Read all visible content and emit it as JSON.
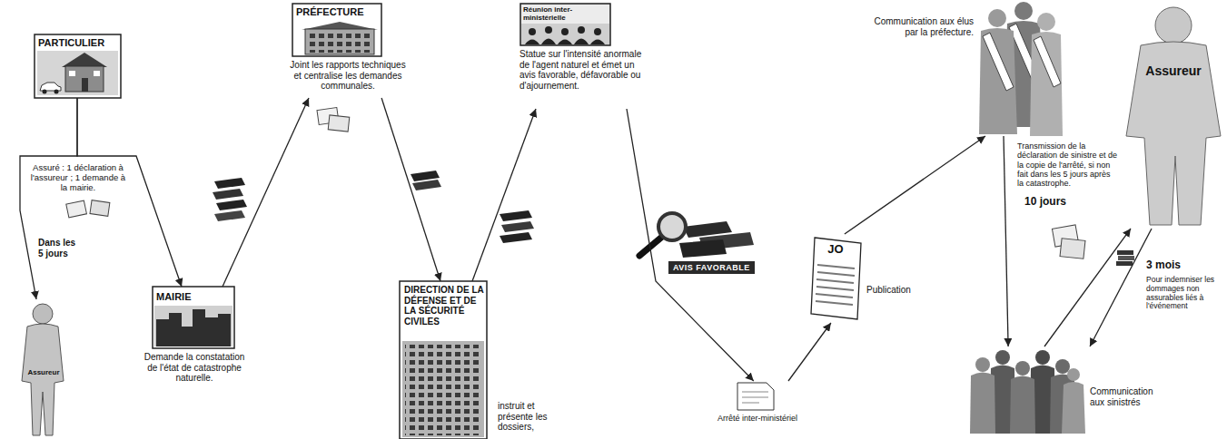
{
  "diagram": {
    "nodes": [
      {
        "text": [
          "PARTICULIER"
        ]
      },
      {
        "text": [
          "Assureur"
        ]
      },
      {
        "text": [
          "MAIRIE",
          "Demande la constatation de l'état de catastrophe naturelle."
        ]
      },
      {
        "text": [
          "PRÉFECTURE",
          "Joint les rapports techniques et centralise les demandes communales."
        ]
      },
      {
        "text": [
          "DIRECTION DE LA DÉFENSE ET DE LA SÉCURITÉ CIVILES",
          "instruit et présente les dossiers,"
        ]
      },
      {
        "text": [
          "Réunion inter-ministérielle",
          "Statue sur l'intensité anormale de l'agent naturel et émet un avis favorable, défavorable ou d'ajournement."
        ]
      },
      {
        "text": [
          "Arrêté inter-ministériel"
        ]
      },
      {
        "text": [
          "JO",
          "Publication"
        ]
      },
      {
        "text": [
          "Communication aux élus par la préfecture."
        ]
      },
      {
        "text": [
          "Communication aux sinistrés"
        ]
      },
      {
        "text": [
          "Assureur"
        ]
      }
    ],
    "edges": [
      {
        "from": 0,
        "to": 1,
        "label": "Dans les 5 jours",
        "arrow": "to"
      },
      {
        "from": 0,
        "to": 2,
        "arrow": "to"
      },
      {
        "from": 2,
        "to": 3,
        "arrow": "to"
      },
      {
        "from": 3,
        "to": 4,
        "arrow": "to"
      },
      {
        "from": 4,
        "to": 5,
        "arrow": "to"
      },
      {
        "from": 5,
        "to": 6,
        "arrow": "to"
      },
      {
        "from": 6,
        "to": 7,
        "arrow": "to"
      },
      {
        "from": 7,
        "to": 8,
        "arrow": "to"
      },
      {
        "from": 8,
        "to": 9,
        "arrow": "to"
      },
      {
        "from": 9,
        "to": 10,
        "label": "10 jours",
        "arrow": "to"
      },
      {
        "from": 10,
        "to": 9,
        "label": "3 mois",
        "arrow": "to"
      }
    ],
    "labels": [
      "Assuré : 1 déclaration à l'assureur ; 1 demande à la mairie.",
      "AVIS FAVORABLE",
      "Transmission de la déclaration de sinistre et de la copie de l'arrêté, si non fait dans les 5 jours après la catastrophe.",
      "Pour indemniser les dommages non assurables liés à l'événement"
    ]
  }
}
